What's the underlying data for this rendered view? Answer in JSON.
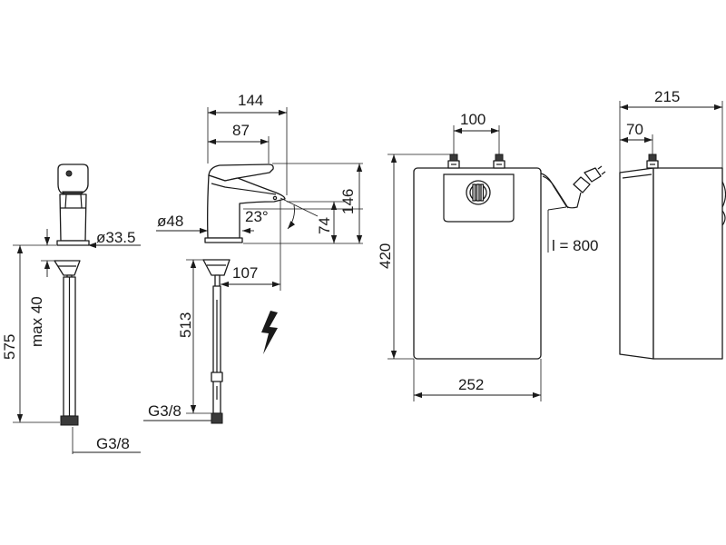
{
  "dimensions": {
    "faucet_front": {
      "body_diameter": "ø33.5",
      "max_height": "max 40",
      "total_height": "575",
      "thread": "G3/8"
    },
    "faucet_side": {
      "overall_width": "144",
      "spout_reach": "87",
      "base_diameter": "ø48",
      "spout_angle": "23°",
      "height_total": "146",
      "spout_height": "74",
      "offset": "107",
      "hose_length": "513",
      "thread": "G3/8"
    },
    "heater_front": {
      "connection_spacing": "100",
      "height": "420",
      "width": "252",
      "cable_length": "l = 800"
    },
    "heater_side": {
      "depth": "215",
      "connection_offset": "70"
    }
  },
  "icons": {
    "electric": "lightning-bolt-icon",
    "plug": "power-plug-icon"
  }
}
